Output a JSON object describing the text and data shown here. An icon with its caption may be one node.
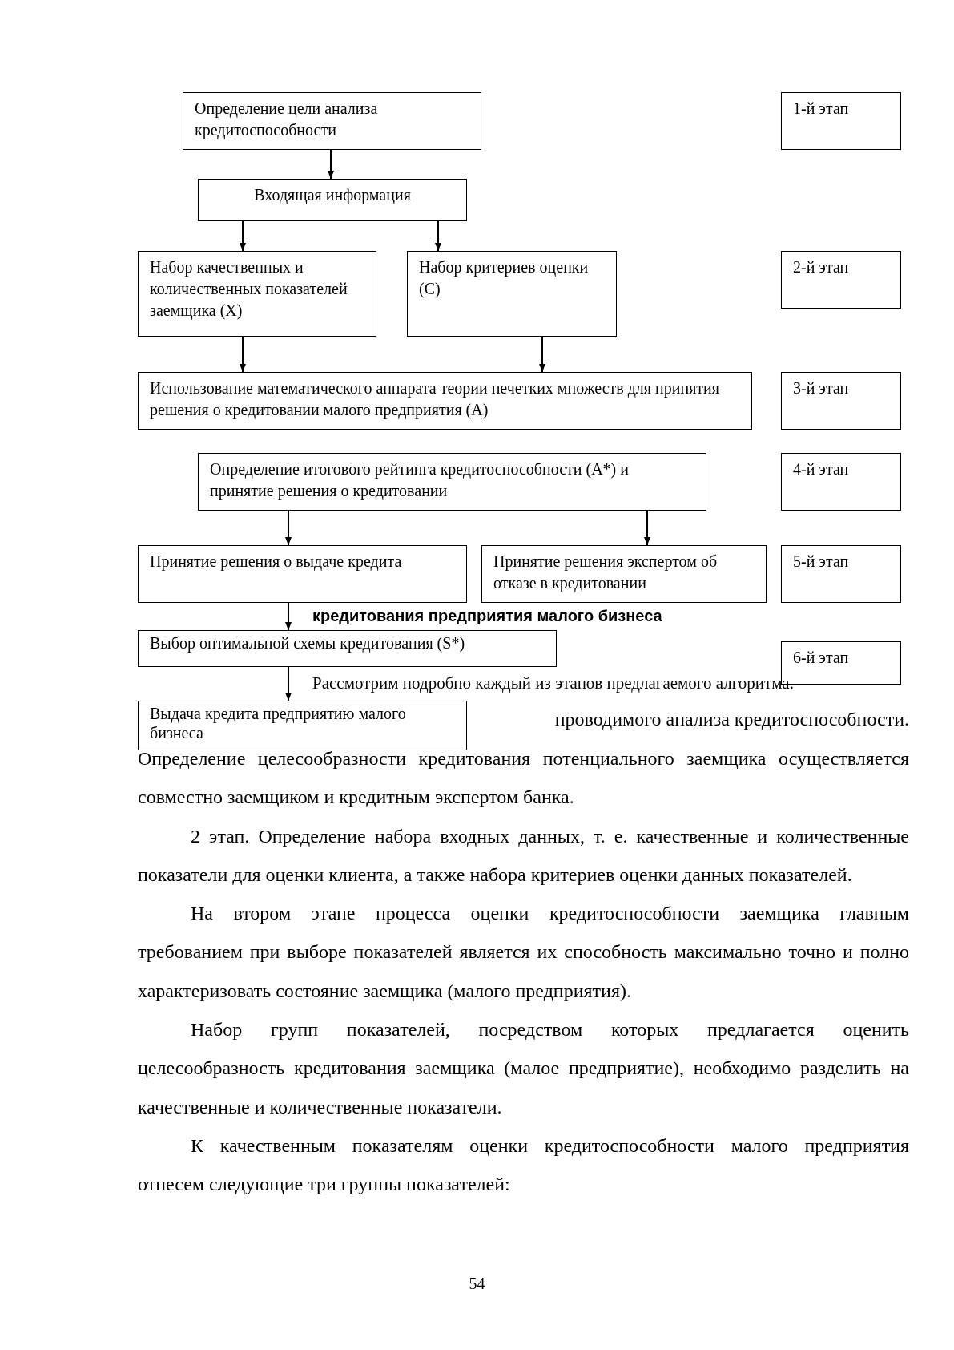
{
  "diagram": {
    "nodes": [
      {
        "text": [
          "Определение цели анализа кредитоспособности"
        ]
      },
      {
        "text": [
          "Входящая информация"
        ]
      },
      {
        "text": [
          "Набор качественных и количественных показателей заемщика (X)"
        ]
      },
      {
        "text": [
          "Набор критериев оценки (C)"
        ]
      },
      {
        "text": [
          "Использование математического аппарата теории нечетких множеств для принятия решения о кредитовании малого предприятия (A)"
        ]
      },
      {
        "text": [
          "Определение итогового рейтинга кредитоспособности (A*) и принятие решения о кредитовании"
        ]
      },
      {
        "text": [
          "Принятие решения о выдаче кредита"
        ]
      },
      {
        "text": [
          "Принятие решения экспертом об отказе в кредитовании"
        ]
      },
      {
        "text": [
          "Выбор оптимальной схемы кредитования (S*)"
        ]
      },
      {
        "text": [
          "Выдача кредита предприятию малого бизнеса"
        ]
      },
      {
        "text": [
          "1-й этап"
        ]
      },
      {
        "text": [
          "2-й этап"
        ]
      },
      {
        "text": [
          "3-й этап"
        ]
      },
      {
        "text": [
          "4-й этап"
        ]
      },
      {
        "text": [
          "5-й этап"
        ]
      },
      {
        "text": [
          "6-й этап"
        ]
      }
    ],
    "edges": [
      {
        "from": 0,
        "to": 1,
        "arrow": "to"
      },
      {
        "from": 1,
        "to": 2,
        "arrow": "to"
      },
      {
        "from": 1,
        "to": 3,
        "arrow": "to"
      },
      {
        "from": 2,
        "to": 4,
        "arrow": "to"
      },
      {
        "from": 3,
        "to": 4,
        "arrow": "to"
      },
      {
        "from": 5,
        "to": 6,
        "arrow": "to"
      },
      {
        "from": 5,
        "to": 7,
        "arrow": "to"
      },
      {
        "from": 6,
        "to": 8,
        "arrow": "to"
      },
      {
        "from": 8,
        "to": 9,
        "arrow": "to"
      }
    ],
    "labels": [
      "кредитования предприятия малого бизнеса",
      "Рассмотрим подробно каждый из этапов предлагаемого алгоритма.",
      "проводимого анализа кредитоспособности.",
      "Определение целесообразности кредитования потенциального заемщика осуществляется совместно заемщиком и кредитным экспертом банка.",
      "2 этап. Определение набора входных данных, т. е. качественные и количественные показатели для оценки клиента, а также набора критериев оценки данных показателей.",
      "На втором этапе процесса оценки кредитоспособности заемщика главным требованием при выборе показателей является их способность максимально точно и полно характеризовать состояние заемщика (малого предприятия).",
      "Набор групп показателей, посредством которых предлагается оценить целесообразность кредитования заемщика (малое предприятие), необходимо разделить на качественные и количественные показатели.",
      "К качественным показателям оценки кредитоспособности малого предприятия отнесем следующие три группы показателей:",
      "54"
    ]
  }
}
